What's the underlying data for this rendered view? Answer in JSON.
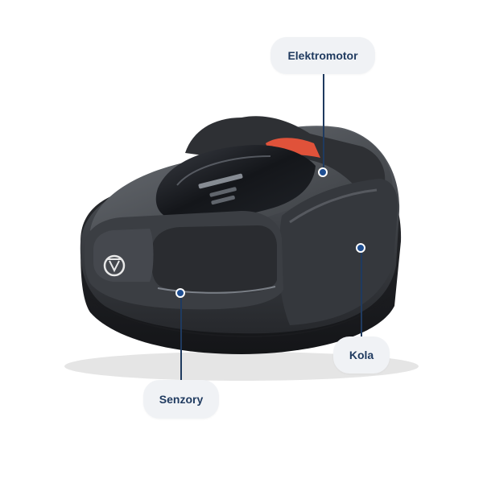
{
  "labels": {
    "motor": "Elektromotor",
    "wheels": "Kola",
    "sensors": "Senzory"
  },
  "colors": {
    "pill_background": "#f0f2f5",
    "label_text": "#1f3a5f",
    "line": "#1f3a5f",
    "dot": "#1f4f93",
    "body_dark": "#3a3d42",
    "accent_orange": "#e0523a"
  },
  "icons": {
    "brand_logo": "husqvarna-crown-logo"
  }
}
